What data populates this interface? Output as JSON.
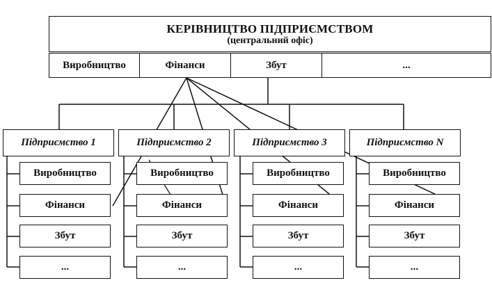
{
  "headquarters": {
    "title": "КЕРІВНИЦТВО ПІДПРИЄМСТВОМ",
    "subtitle": "(центральний офіс)",
    "departments": [
      "Виробництво",
      "Фінанси",
      "Збут",
      "..."
    ]
  },
  "enterprises": [
    {
      "name": "Підприємство 1",
      "units": [
        "Виробництво",
        "Фінанси",
        "Збут",
        "..."
      ]
    },
    {
      "name": "Підприємство 2",
      "units": [
        "Виробництво",
        "Фінанси",
        "Збут",
        "..."
      ]
    },
    {
      "name": "Підприємство 3",
      "units": [
        "Виробництво",
        "Фінанси",
        "Збут",
        "..."
      ]
    },
    {
      "name": "Підприємство N",
      "units": [
        "Виробництво",
        "Фінанси",
        "Збут",
        "..."
      ]
    }
  ]
}
